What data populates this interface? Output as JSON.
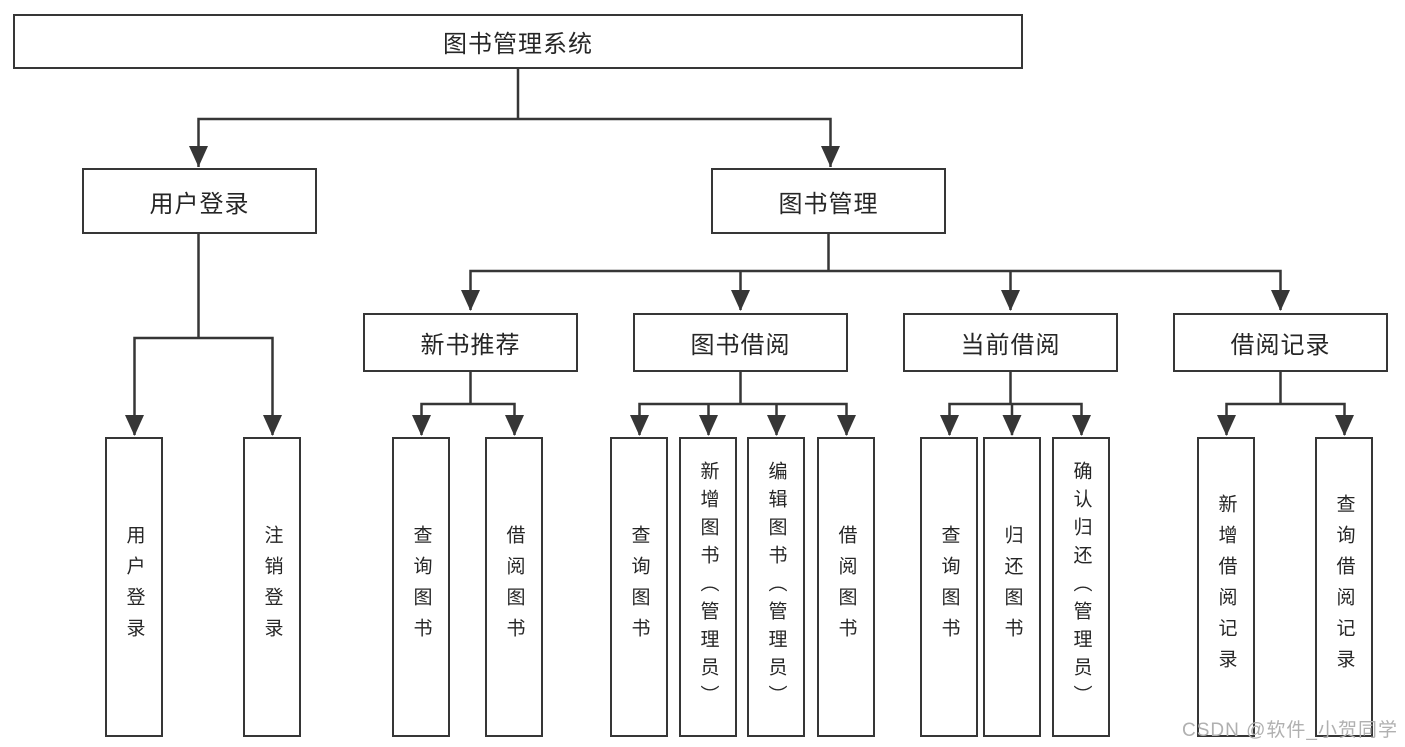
{
  "colors": {
    "line": "#363636",
    "text": "#262626",
    "watermark": "#b0b0b0",
    "bg": "#ffffff"
  },
  "tree": {
    "root": {
      "label": "图书管理系统"
    },
    "branches": [
      {
        "label": "用户登录",
        "children": [
          {
            "label": "用户登录"
          },
          {
            "label": "注销登录"
          }
        ]
      },
      {
        "label": "图书管理",
        "children": [
          {
            "label": "新书推荐",
            "children": [
              {
                "label": "查询图书"
              },
              {
                "label": "借阅图书"
              }
            ]
          },
          {
            "label": "图书借阅",
            "children": [
              {
                "label": "查询图书"
              },
              {
                "label": "新增图书（管理员）"
              },
              {
                "label": "编辑图书（管理员）"
              },
              {
                "label": "借阅图书"
              }
            ]
          },
          {
            "label": "当前借阅",
            "children": [
              {
                "label": "查询图书"
              },
              {
                "label": "归还图书"
              },
              {
                "label": "确认归还（管理员）"
              }
            ]
          },
          {
            "label": "借阅记录",
            "children": [
              {
                "label": "新增借阅记录"
              },
              {
                "label": "查询借阅记录"
              }
            ]
          }
        ]
      }
    ]
  },
  "watermark": {
    "text": "CSDN @软件_小贺同学"
  }
}
